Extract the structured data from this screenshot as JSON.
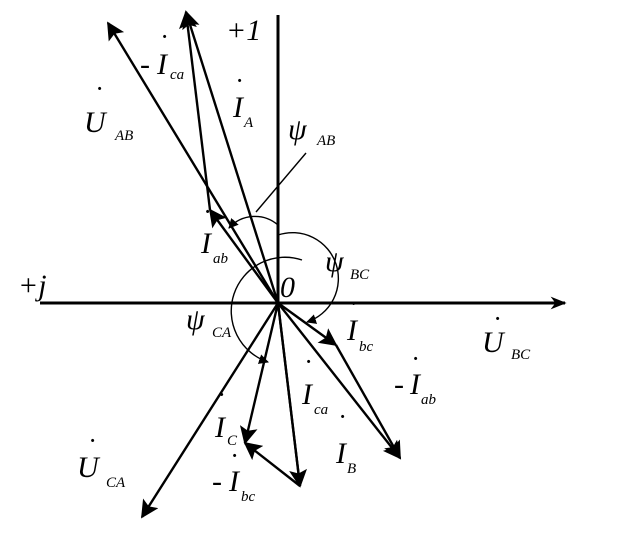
{
  "axes": {
    "real_label": "+1",
    "imag_label": "+j",
    "origin_label": "0"
  },
  "labels": {
    "u_ab": {
      "main": "U",
      "sub": "AB"
    },
    "u_bc": {
      "main": "U",
      "sub": "BC"
    },
    "u_ca": {
      "main": "U",
      "sub": "CA"
    },
    "i_a": {
      "main": "I",
      "sub": "A"
    },
    "i_b": {
      "main": "I",
      "sub": "B"
    },
    "i_c": {
      "main": "I",
      "sub": "C"
    },
    "i_ab": {
      "main": "I",
      "sub": "ab"
    },
    "i_bc": {
      "main": "I",
      "sub": "bc"
    },
    "i_ca": {
      "main": "I",
      "sub": "ca"
    },
    "neg_i_ab": {
      "prefix": "-",
      "main": "I",
      "sub": "ab"
    },
    "neg_i_bc": {
      "prefix": "-",
      "main": "I",
      "sub": "bc"
    },
    "neg_i_ca": {
      "prefix": "-",
      "main": "I",
      "sub": "ca"
    },
    "psi_ab": {
      "main": "ψ",
      "sub": "AB"
    },
    "psi_bc": {
      "main": "ψ",
      "sub": "BC"
    },
    "psi_ca": {
      "main": "ψ",
      "sub": "CA"
    }
  }
}
